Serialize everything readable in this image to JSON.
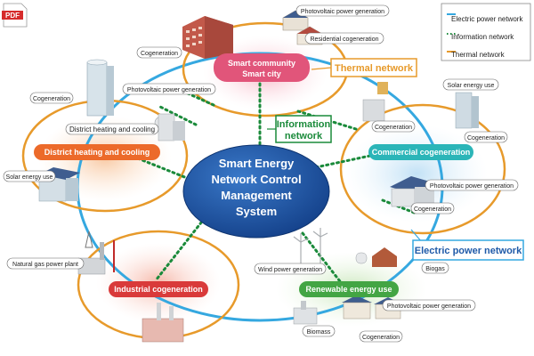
{
  "pdf_badge": "PDF",
  "legend": {
    "items": [
      {
        "label": "Electric power network",
        "color": "#35a8e0",
        "style": "solid"
      },
      {
        "label": "Information network",
        "color": "#1a8a3a",
        "style": "dotted"
      },
      {
        "label": "Thermal network",
        "color": "#e79a2b",
        "style": "solid"
      }
    ]
  },
  "hub": {
    "lines": [
      "Smart Energy",
      "Network Control",
      "Management",
      "System"
    ],
    "color": "#1f5aa8"
  },
  "callouts": {
    "thermal": {
      "text": "Thermal network",
      "color": "#e79a2b"
    },
    "information": {
      "lines": [
        "Information",
        "network"
      ],
      "color": "#1a8a3a"
    },
    "electric": {
      "text": "Electric power network",
      "color": "#1f5aa8"
    }
  },
  "nodes": {
    "smart_community": {
      "lines": [
        "Smart community",
        "Smart city"
      ],
      "color": "#e1557a"
    },
    "district": {
      "text": "District heating and cooling",
      "color": "#ec6a2a"
    },
    "commercial": {
      "text": "Commercial cogeneration",
      "color": "#2bb5b8"
    },
    "industrial": {
      "text": "Industrial cogeneration",
      "color": "#d93a3a"
    },
    "renewable": {
      "text": "Renewable energy use",
      "color": "#43a544"
    }
  },
  "labels": {
    "pv_top": "Photovoltaic power generation",
    "residential_cogen": "Residential cogeneration",
    "cogen_top": "Cogeneration",
    "pv_mid_top": "Photovoltaic power generation",
    "cogen_left": "Cogeneration",
    "district_hc": "District heating and cooling",
    "solar_left": "Solar energy use",
    "solar_right": "Solar energy use",
    "cogen_right1": "Cogeneration",
    "cogen_right2": "Cogeneration",
    "pv_right": "Photovoltaic power generation",
    "cogen_right3": "Cogeneration",
    "natural_gas": "Natural gas power plant",
    "wind": "Wind power generation",
    "biogas": "Biogas",
    "pv_bottom": "Photovoltaic power generation",
    "biomass": "Biomass",
    "cogen_bottom": "Cogeneration"
  }
}
